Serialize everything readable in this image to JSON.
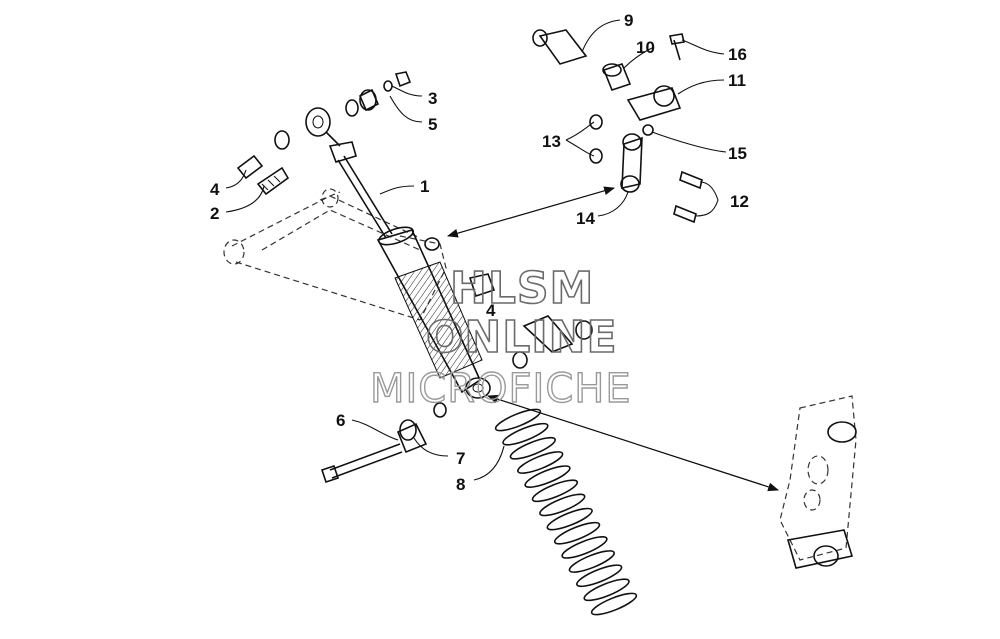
{
  "callouts": {
    "c1": "1",
    "c2": "2",
    "c3": "3",
    "c4a": "4",
    "c4b": "4",
    "c5": "5",
    "c6": "6",
    "c7": "7",
    "c8": "8",
    "c9": "9",
    "c10": "10",
    "c11": "11",
    "c12": "12",
    "c13": "13",
    "c14": "14",
    "c15": "15",
    "c16": "16"
  },
  "watermark": {
    "line1": "HLSM",
    "line2": "ONLINE",
    "line3": "MICROFICHE"
  }
}
